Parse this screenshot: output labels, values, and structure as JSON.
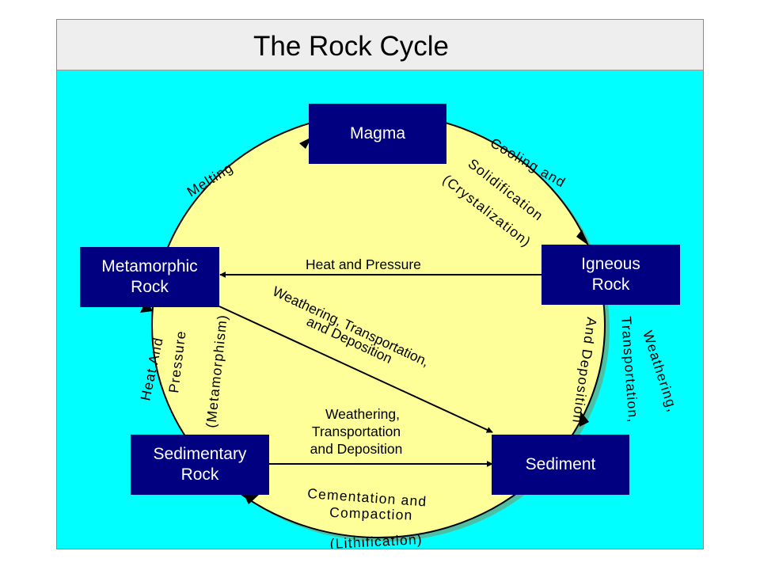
{
  "title": "The Rock Cycle",
  "nodes": {
    "magma": [
      "Magma"
    ],
    "igneous": [
      "Igneous",
      "Rock"
    ],
    "metamorphic": [
      "Metamorphic",
      "Rock"
    ],
    "sedimentary": [
      "Sedimentary",
      "Rock"
    ],
    "sediment": [
      "Sediment"
    ]
  },
  "labels": {
    "melting": "Melting",
    "cooling": [
      "Cooling and",
      "Solidification",
      "(Crystalization)"
    ],
    "heat_pressure": "Heat and Pressure",
    "weathering_diag": [
      "Weathering, Transportation,",
      "and Deposition"
    ],
    "weathering_right": [
      "Weathering,",
      "Transportation,",
      "And Deposition"
    ],
    "metamorphism": [
      "Heat And",
      "Pressure",
      "(Metamorphism)"
    ],
    "weathering_horiz": [
      "Weathering,",
      "Transportation",
      "and Deposition"
    ],
    "cementation": [
      "Cementation and",
      "Compaction",
      "(Lithification)"
    ]
  },
  "colors": {
    "background": "#00ffff",
    "circle": "#ffff99",
    "box": "#000080",
    "title_bar": "#eeeeee"
  }
}
